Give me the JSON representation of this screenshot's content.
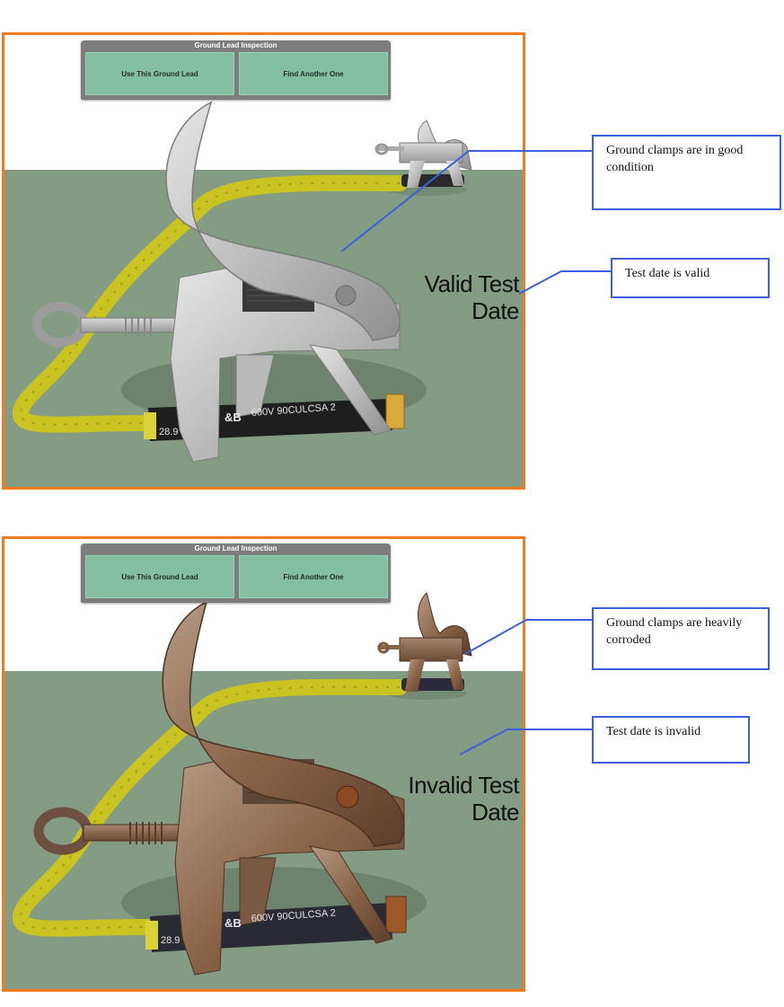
{
  "top": {
    "panel": {
      "title": "Ground Lead Inspection",
      "use_button": "Use This Ground Lead",
      "find_button": "Find Another One"
    },
    "date_label": "Valid Test Date",
    "date_line1": "Valid Test",
    "date_line2": "Date",
    "cable_print": "600V 90CULCSA 2",
    "cable_print2": "28.9",
    "clamp_condition": "good"
  },
  "bottom": {
    "panel": {
      "title": "Ground Lead Inspection",
      "use_button": "Use This Ground Lead",
      "find_button": "Find Another One"
    },
    "date_line1": "Invalid Test",
    "date_line2": "Date",
    "cable_print": "600V 90CULCSA 2",
    "cable_print2": "28.9",
    "clamp_condition": "corroded"
  },
  "callouts": {
    "top_clamps": "Ground clamps are in good condition",
    "top_date": "Test date is valid",
    "bottom_clamps": "Ground clamps are heavily corroded",
    "bottom_date": "Test date is invalid"
  },
  "colors": {
    "frame": "#f07a1e",
    "callout_border": "#3a60e0",
    "floor": "#849c84",
    "cable": "#c9c421",
    "button": "#84bfa1",
    "clamp_good": "#c9c9c9",
    "clamp_rust": "#8a6448"
  }
}
